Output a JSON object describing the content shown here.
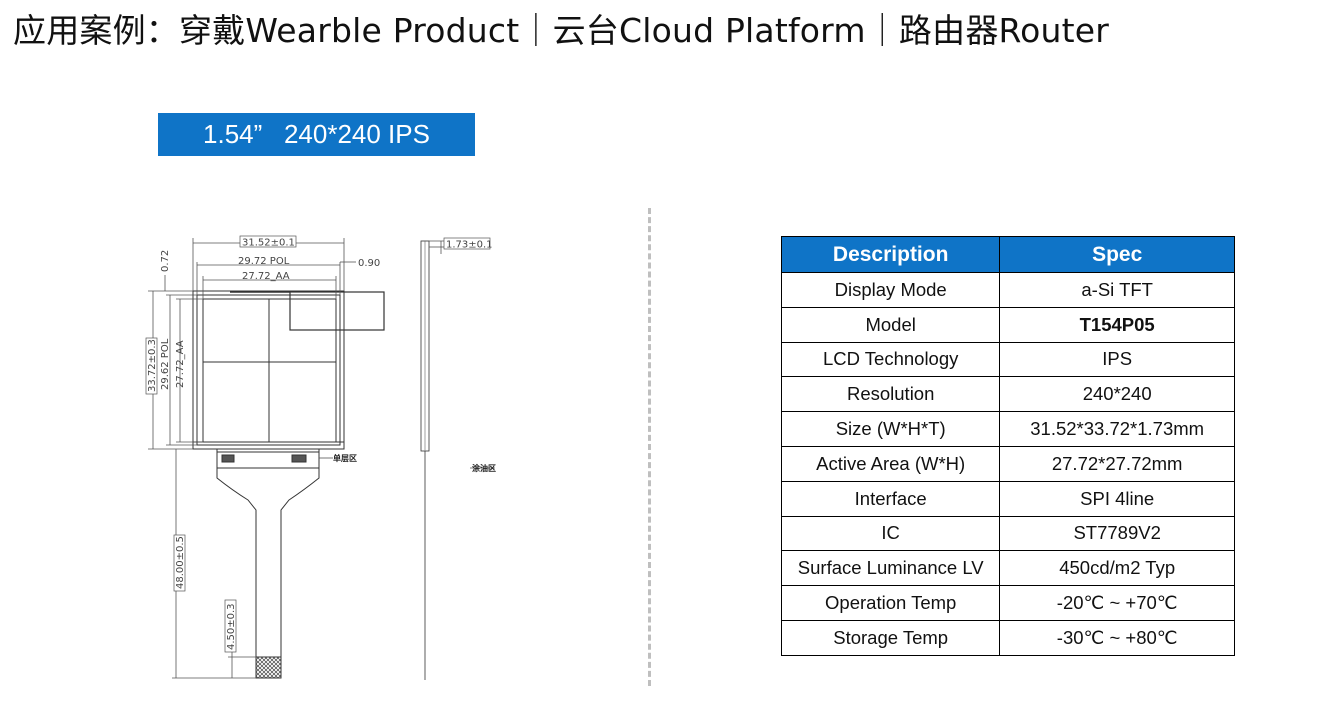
{
  "title": "应用案例：穿戴Wearble Product｜云台Cloud Platform｜路由器Router",
  "badge": "1.54”   240*240 IPS",
  "drawing": {
    "dim_width": "31.52±0.1",
    "dim_pol_w": "29.72 POL",
    "dim_aa_w": "27.72_AA",
    "dim_right": "0.90",
    "dim_top": "0.72",
    "dim_height": "33.72±0.3",
    "dim_pol_h": "29.62 POL",
    "dim_aa_h": "27.72_AA",
    "dim_thickness": "1.73±0.1",
    "dim_fpc_len": "48.00±0.5",
    "dim_fpc_end": "4.50±0.3",
    "label_single_layer": "单层区",
    "label_oil": "涂油区"
  },
  "spec_table": {
    "headers": [
      "Description",
      "Spec"
    ],
    "rows": [
      {
        "desc": "Display Mode",
        "spec": "a-Si TFT"
      },
      {
        "desc": "Model",
        "spec": "T154P05"
      },
      {
        "desc": "LCD Technology",
        "spec": "IPS"
      },
      {
        "desc": "Resolution",
        "spec": "240*240"
      },
      {
        "desc": "Size (W*H*T)",
        "spec": "31.52*33.72*1.73mm"
      },
      {
        "desc": "Active Area (W*H)",
        "spec": "27.72*27.72mm"
      },
      {
        "desc": "Interface",
        "spec": "SPI 4line"
      },
      {
        "desc": "IC",
        "spec": "ST7789V2"
      },
      {
        "desc": "Surface Luminance LV",
        "spec": "450cd/m2 Typ"
      },
      {
        "desc": "Operation Temp",
        "spec": "-20℃ ~ +70℃"
      },
      {
        "desc": "Storage Temp",
        "spec": "-30℃ ~ +80℃"
      }
    ]
  },
  "colors": {
    "accent": "#0f74c7"
  }
}
